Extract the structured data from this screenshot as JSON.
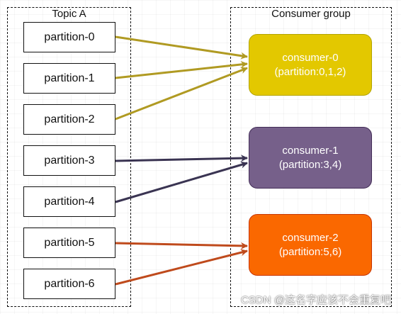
{
  "topic": {
    "title": "Topic A",
    "partitions": [
      "partition-0",
      "partition-1",
      "partition-2",
      "partition-3",
      "partition-4",
      "partition-5",
      "partition-6"
    ]
  },
  "consumer_group": {
    "title": "Consumer group",
    "consumers": [
      {
        "name": "consumer-0",
        "detail": "(partition:0,1,2)",
        "color": "#e3c800",
        "border": "#b3a400",
        "partitions": [
          0,
          1,
          2
        ]
      },
      {
        "name": "consumer-1",
        "detail": "(partition:3,4)",
        "color": "#76608a",
        "border": "#432d57",
        "partitions": [
          3,
          4
        ]
      },
      {
        "name": "consumer-2",
        "detail": "(partition:5,6)",
        "color": "#fa6800",
        "border": "#c73500",
        "partitions": [
          5,
          6
        ]
      }
    ]
  },
  "arrow_colors": [
    "#b09a22",
    "#3a3452",
    "#bf4a1c"
  ],
  "watermark": "CSDN @这名字应该不会重复吧"
}
